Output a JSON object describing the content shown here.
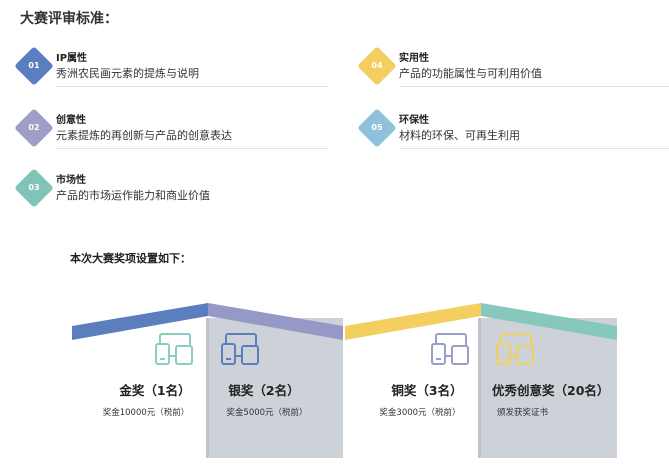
{
  "page_title": "大赛评审标准：",
  "criteria": [
    {
      "num": "01",
      "title": "IP属性",
      "desc": "秀洲农民画元素的提炼与说明",
      "color": "#5b7fbe"
    },
    {
      "num": "02",
      "title": "创意性",
      "desc": "元素提炼的再创新与产品的创意表达",
      "color": "#9d9fc6"
    },
    {
      "num": "03",
      "title": "市场性",
      "desc": "产品的市场运作能力和商业价值",
      "color": "#7fc4b6"
    },
    {
      "num": "04",
      "title": "实用性",
      "desc": "产品的功能属性与可利用价值",
      "color": "#f2cf5e"
    },
    {
      "num": "05",
      "title": "环保性",
      "desc": "材料的环保、可再生利用",
      "color": "#8fc0dc"
    }
  ],
  "awards_heading": "本次大赛奖项设置如下：",
  "awards": [
    {
      "name": "金奖（1名）",
      "prize": "奖金10000元（税前）",
      "roof_color": "#5b7fbe",
      "icon_color": "#8ccdc2",
      "panel_color": "#ffffff"
    },
    {
      "name": "银奖（2名）",
      "prize": "奖金5000元（税前）",
      "roof_color": "#9599c7",
      "icon_color": "#5b7fbe",
      "panel_color": "#cdd1d8"
    },
    {
      "name": "铜奖（3名）",
      "prize": "奖金3000元（税前）",
      "roof_color": "#f2cf5e",
      "icon_color": "#9a9ec8",
      "panel_color": "#ffffff"
    },
    {
      "name": "优秀创意奖（20名）",
      "prize": "颁发获奖证书",
      "roof_color": "#86c8bc",
      "icon_color": "#f2cf5e",
      "panel_color": "#cdd1d8"
    }
  ]
}
